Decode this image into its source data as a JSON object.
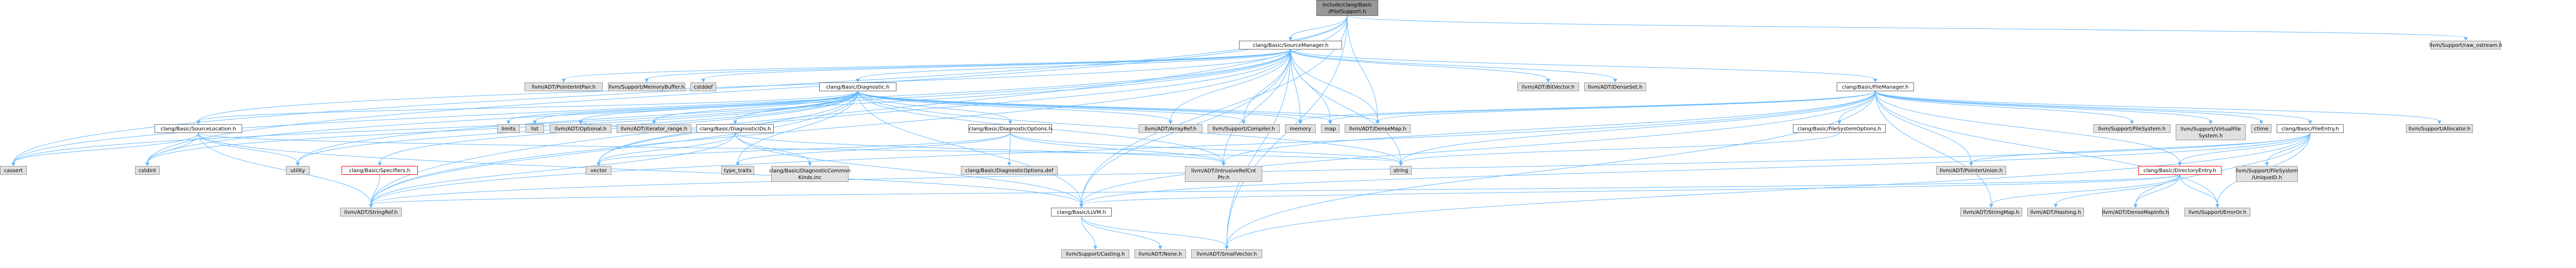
{
  "graph": {
    "colors": {
      "edge_blue": "#63b8ff",
      "root_fill": "#999999",
      "ext_fill": "#e0e0e0",
      "red_border": "#ff0000"
    },
    "nodes": [
      {
        "id": "root",
        "kind": "root",
        "lines": [
          "include/clang/Basic",
          "/PlistSupport.h"
        ]
      },
      {
        "id": "sm",
        "kind": "local",
        "lines": [
          "clang/Basic/SourceManager.h"
        ]
      },
      {
        "id": "raw",
        "kind": "ext",
        "lines": [
          "llvm/Support/raw_ostream.h"
        ]
      },
      {
        "id": "iptr",
        "kind": "ext",
        "lines": [
          "llvm/ADT/PointerIntPair.h"
        ]
      },
      {
        "id": "mbuf",
        "kind": "ext",
        "lines": [
          "llvm/Support/MemoryBuffer.h"
        ]
      },
      {
        "id": "cstddef",
        "kind": "ext",
        "lines": [
          "cstddef"
        ]
      },
      {
        "id": "diag",
        "kind": "local",
        "lines": [
          "clang/Basic/Diagnostic.h"
        ]
      },
      {
        "id": "bitv",
        "kind": "ext",
        "lines": [
          "llvm/ADT/BitVector.h"
        ]
      },
      {
        "id": "dset",
        "kind": "ext",
        "lines": [
          "llvm/ADT/DenseSet.h"
        ]
      },
      {
        "id": "fm",
        "kind": "local",
        "lines": [
          "clang/Basic/FileManager.h"
        ]
      },
      {
        "id": "srcloc",
        "kind": "local",
        "lines": [
          "clang/Basic/SourceLocation.h"
        ]
      },
      {
        "id": "limits",
        "kind": "ext",
        "lines": [
          "limits"
        ]
      },
      {
        "id": "list",
        "kind": "ext",
        "lines": [
          "list"
        ]
      },
      {
        "id": "opt",
        "kind": "ext",
        "lines": [
          "llvm/ADT/Optional.h"
        ]
      },
      {
        "id": "iter",
        "kind": "ext",
        "lines": [
          "llvm/ADT/iterator_range.h"
        ]
      },
      {
        "id": "dids",
        "kind": "local",
        "lines": [
          "clang/Basic/DiagnosticIDs.h"
        ]
      },
      {
        "id": "dopts",
        "kind": "local",
        "lines": [
          "clang/Basic/DiagnosticOptions.h"
        ]
      },
      {
        "id": "aref",
        "kind": "ext",
        "lines": [
          "llvm/ADT/ArrayRef.h"
        ]
      },
      {
        "id": "comp",
        "kind": "ext",
        "lines": [
          "llvm/Support/Compiler.h"
        ]
      },
      {
        "id": "memory",
        "kind": "ext",
        "lines": [
          "memory"
        ]
      },
      {
        "id": "map",
        "kind": "ext",
        "lines": [
          "map"
        ]
      },
      {
        "id": "dmap",
        "kind": "ext",
        "lines": [
          "llvm/ADT/DenseMap.h"
        ]
      },
      {
        "id": "fsopts",
        "kind": "local",
        "lines": [
          "clang/Basic/FileSystemOptions.h"
        ]
      },
      {
        "id": "fsys",
        "kind": "ext",
        "lines": [
          "llvm/Support/FileSystem.h"
        ]
      },
      {
        "id": "vfs",
        "kind": "ext",
        "lines": [
          "llvm/Support/VirtualFile",
          "System.h"
        ]
      },
      {
        "id": "ctime",
        "kind": "ext",
        "lines": [
          "ctime"
        ]
      },
      {
        "id": "fe",
        "kind": "local",
        "lines": [
          "clang/Basic/FileEntry.h"
        ]
      },
      {
        "id": "alloc",
        "kind": "ext",
        "lines": [
          "llvm/Support/Allocator.h"
        ]
      },
      {
        "id": "cassert",
        "kind": "ext",
        "lines": [
          "cassert"
        ]
      },
      {
        "id": "cstdint",
        "kind": "ext",
        "lines": [
          "cstdint"
        ]
      },
      {
        "id": "utility",
        "kind": "ext",
        "lines": [
          "utility"
        ]
      },
      {
        "id": "spec",
        "kind": "red",
        "lines": [
          "clang/Basic/Specifiers.h"
        ]
      },
      {
        "id": "vector",
        "kind": "ext",
        "lines": [
          "vector"
        ]
      },
      {
        "id": "ttraits",
        "kind": "ext",
        "lines": [
          "type_traits"
        ]
      },
      {
        "id": "dck",
        "kind": "ext",
        "lines": [
          "clang/Basic/DiagnosticCommon",
          "Kinds.inc"
        ]
      },
      {
        "id": "dodef",
        "kind": "ext",
        "lines": [
          "clang/Basic/DiagnosticOptions.def"
        ]
      },
      {
        "id": "irc",
        "kind": "ext",
        "lines": [
          "llvm/ADT/IntrusiveRefCnt",
          "Ptr.h"
        ]
      },
      {
        "id": "string",
        "kind": "ext",
        "lines": [
          "string"
        ]
      },
      {
        "id": "punion",
        "kind": "ext",
        "lines": [
          "llvm/ADT/PointerUnion.h"
        ]
      },
      {
        "id": "de",
        "kind": "red",
        "lines": [
          "clang/Basic/DirectoryEntry.h"
        ]
      },
      {
        "id": "fsuid",
        "kind": "ext",
        "lines": [
          "llvm/Support/FileSystem",
          "/UniqueID.h"
        ]
      },
      {
        "id": "sref",
        "kind": "ext",
        "lines": [
          "llvm/ADT/StringRef.h"
        ]
      },
      {
        "id": "llvmh",
        "kind": "local",
        "lines": [
          "clang/Basic/LLVM.h"
        ]
      },
      {
        "id": "smap",
        "kind": "ext",
        "lines": [
          "llvm/ADT/StringMap.h"
        ]
      },
      {
        "id": "hash",
        "kind": "ext",
        "lines": [
          "llvm/ADT/Hashing.h"
        ]
      },
      {
        "id": "dmi",
        "kind": "ext",
        "lines": [
          "llvm/ADT/DenseMapInfo.h"
        ]
      },
      {
        "id": "errno",
        "kind": "ext",
        "lines": [
          "llvm/Support/ErrorOr.h"
        ]
      },
      {
        "id": "cast",
        "kind": "ext",
        "lines": [
          "llvm/Support/Casting.h"
        ]
      },
      {
        "id": "none",
        "kind": "ext",
        "lines": [
          "llvm/ADT/None.h"
        ]
      },
      {
        "id": "svec",
        "kind": "ext",
        "lines": [
          "llvm/ADT/SmallVector.h"
        ]
      }
    ],
    "edges": [
      [
        "root",
        "sm"
      ],
      [
        "root",
        "raw"
      ],
      [
        "root",
        "cassert"
      ],
      [
        "root",
        "cstdint"
      ],
      [
        "root",
        "sref"
      ],
      [
        "root",
        "svec"
      ],
      [
        "root",
        "llvmh"
      ],
      [
        "root",
        "dmap"
      ],
      [
        "sm",
        "iptr"
      ],
      [
        "sm",
        "mbuf"
      ],
      [
        "sm",
        "cstddef"
      ],
      [
        "sm",
        "diag"
      ],
      [
        "sm",
        "bitv"
      ],
      [
        "sm",
        "dset"
      ],
      [
        "sm",
        "fm"
      ],
      [
        "sm",
        "srcloc"
      ],
      [
        "sm",
        "aref"
      ],
      [
        "sm",
        "comp"
      ],
      [
        "sm",
        "memory"
      ],
      [
        "sm",
        "map"
      ],
      [
        "sm",
        "dmap"
      ],
      [
        "sm",
        "irc"
      ],
      [
        "sm",
        "string"
      ],
      [
        "sm",
        "svec"
      ],
      [
        "sm",
        "sref"
      ],
      [
        "sm",
        "llvmh"
      ],
      [
        "sm",
        "cassert"
      ],
      [
        "sm",
        "cstdint"
      ],
      [
        "sm",
        "utility"
      ],
      [
        "sm",
        "vector"
      ],
      [
        "diag",
        "srcloc"
      ],
      [
        "diag",
        "limits"
      ],
      [
        "diag",
        "list"
      ],
      [
        "diag",
        "opt"
      ],
      [
        "diag",
        "iter"
      ],
      [
        "diag",
        "dids"
      ],
      [
        "diag",
        "dopts"
      ],
      [
        "diag",
        "aref"
      ],
      [
        "diag",
        "comp"
      ],
      [
        "diag",
        "memory"
      ],
      [
        "diag",
        "map"
      ],
      [
        "diag",
        "dmap"
      ],
      [
        "diag",
        "spec"
      ],
      [
        "diag",
        "vector"
      ],
      [
        "diag",
        "utility"
      ],
      [
        "diag",
        "cassert"
      ],
      [
        "diag",
        "cstdint"
      ],
      [
        "diag",
        "string"
      ],
      [
        "diag",
        "irc"
      ],
      [
        "diag",
        "sref"
      ],
      [
        "diag",
        "llvmh"
      ],
      [
        "diag",
        "ttraits"
      ],
      [
        "fm",
        "fsopts"
      ],
      [
        "fm",
        "fsys"
      ],
      [
        "fm",
        "vfs"
      ],
      [
        "fm",
        "ctime"
      ],
      [
        "fm",
        "fe"
      ],
      [
        "fm",
        "alloc"
      ],
      [
        "fm",
        "dmap"
      ],
      [
        "fm",
        "memory"
      ],
      [
        "fm",
        "map"
      ],
      [
        "fm",
        "irc"
      ],
      [
        "fm",
        "punion"
      ],
      [
        "fm",
        "de"
      ],
      [
        "fm",
        "svec"
      ],
      [
        "fm",
        "sref"
      ],
      [
        "fm",
        "llvmh"
      ],
      [
        "fm",
        "string"
      ],
      [
        "fm",
        "errno"
      ],
      [
        "fm",
        "smap"
      ],
      [
        "srcloc",
        "cassert"
      ],
      [
        "srcloc",
        "cstdint"
      ],
      [
        "srcloc",
        "utility"
      ],
      [
        "srcloc",
        "string"
      ],
      [
        "srcloc",
        "sref"
      ],
      [
        "srcloc",
        "llvmh"
      ],
      [
        "dids",
        "vector"
      ],
      [
        "dids",
        "dck"
      ],
      [
        "dids",
        "opt"
      ],
      [
        "dids",
        "sref"
      ],
      [
        "dids",
        "llvmh"
      ],
      [
        "dids",
        "irc"
      ],
      [
        "dopts",
        "dodef"
      ],
      [
        "dopts",
        "irc"
      ],
      [
        "dopts",
        "string"
      ],
      [
        "dopts",
        "vector"
      ],
      [
        "dopts",
        "ttraits"
      ],
      [
        "spec",
        "sref"
      ],
      [
        "fsopts",
        "string"
      ],
      [
        "fe",
        "punion"
      ],
      [
        "fe",
        "de"
      ],
      [
        "fe",
        "fsuid"
      ],
      [
        "fe",
        "errno"
      ],
      [
        "fe",
        "sref"
      ],
      [
        "fe",
        "llvmh"
      ],
      [
        "fe",
        "dmi"
      ],
      [
        "fe",
        "svec"
      ],
      [
        "de",
        "smap"
      ],
      [
        "de",
        "hash"
      ],
      [
        "de",
        "dmi"
      ],
      [
        "de",
        "errno"
      ],
      [
        "de",
        "sref"
      ],
      [
        "de",
        "llvmh"
      ],
      [
        "llvmh",
        "cast"
      ],
      [
        "llvmh",
        "none"
      ],
      [
        "llvmh",
        "svec"
      ]
    ]
  }
}
